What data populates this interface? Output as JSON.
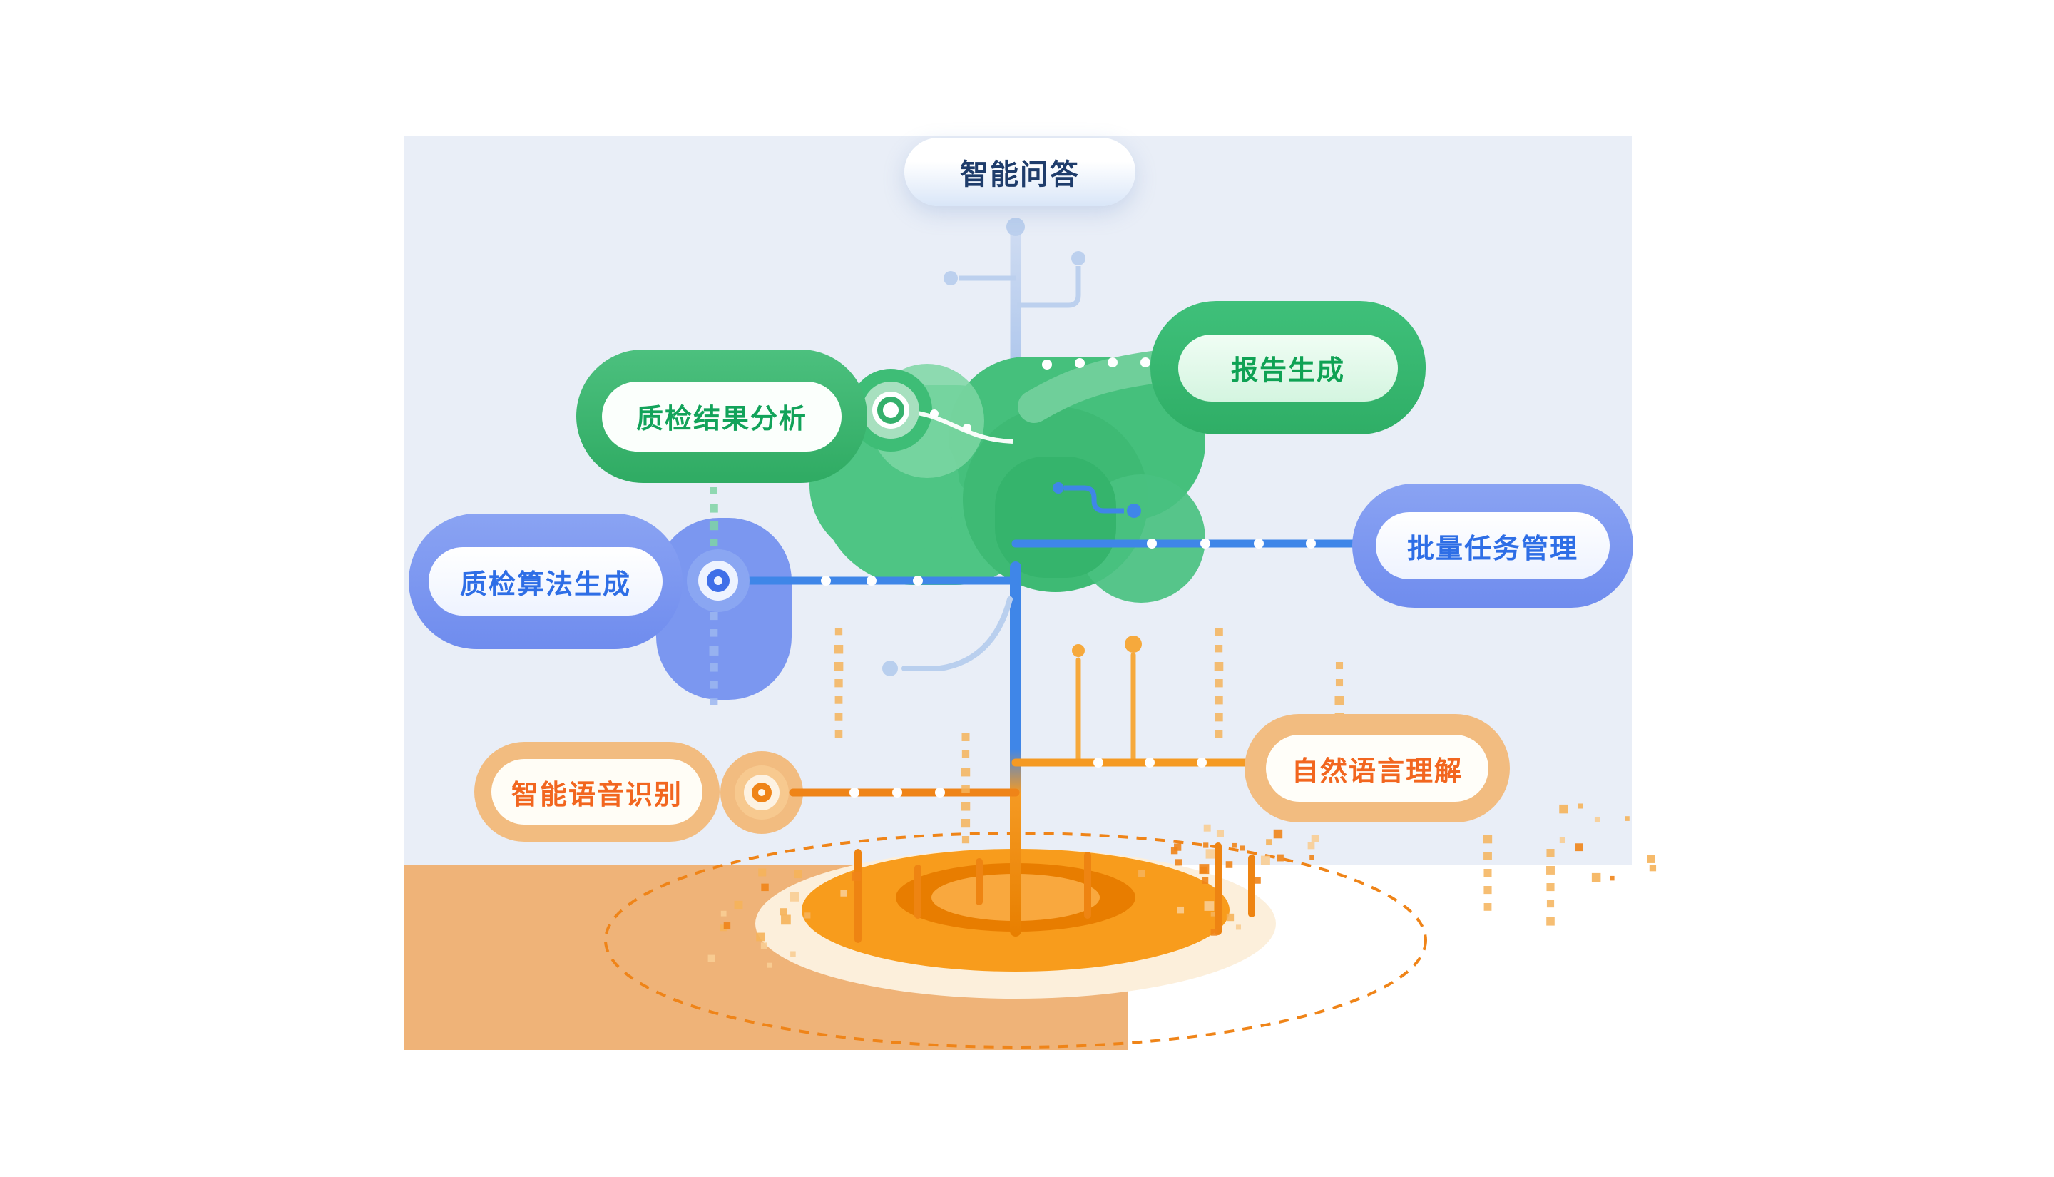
{
  "figure": {
    "description": "capability tree diagram",
    "background_panel_color": "#e9eef7",
    "ground_color": "#efb378"
  },
  "nodes": {
    "qa": {
      "label": "智能问答",
      "theme": "light-blue",
      "text_color": "#1e3c6b"
    },
    "analysis": {
      "label": "质检结果分析",
      "theme": "green",
      "text_color": "#12a35a"
    },
    "report": {
      "label": "报告生成",
      "theme": "green",
      "text_color": "#0fa254"
    },
    "algorithm": {
      "label": "质检算法生成",
      "theme": "blue",
      "text_color": "#2e6ee6"
    },
    "batch": {
      "label": "批量任务管理",
      "theme": "blue",
      "text_color": "#2e6ee6"
    },
    "asr": {
      "label": "智能语音识别",
      "theme": "orange",
      "text_color": "#f2661f"
    },
    "nlu": {
      "label": "自然语言理解",
      "theme": "orange",
      "text_color": "#f2661f"
    }
  },
  "colors": {
    "green_blob": "#3ebd76",
    "green_light": "#7cd6a3",
    "blue_blob": "#7b97f0",
    "blue_line": "#3f86e8",
    "light_blue_twig": "#bcd0ee",
    "orange_line": "#f59a23",
    "orange_deep": "#ee8412",
    "sand": "#efb378",
    "base_orange": "#f89c1c",
    "base_ring": "#e87d00",
    "panel": "#e9eef7"
  }
}
